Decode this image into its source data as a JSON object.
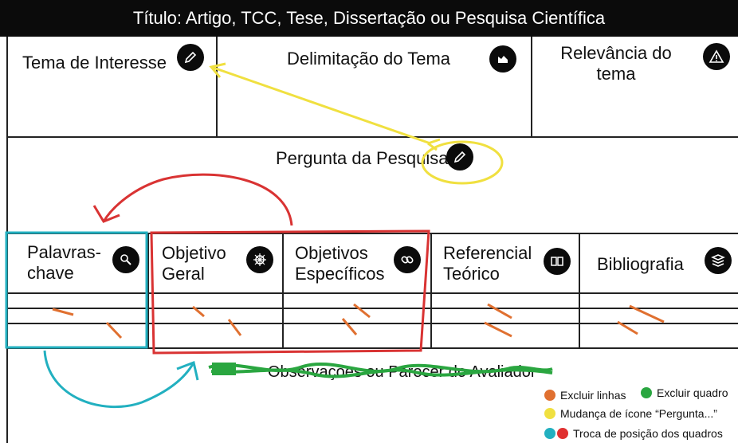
{
  "title": "Título: Artigo, TCC, Tese, Dissertação ou Pesquisa Científica",
  "top_row": [
    {
      "label": "Tema de Interesse",
      "icon": "pencil-icon"
    },
    {
      "label": "Delimitação do Tema",
      "icon": "chart-icon"
    },
    {
      "label_line1": "Relevância do",
      "label_line2": "tema",
      "icon": "warning-icon"
    }
  ],
  "question": {
    "label": "Pergunta da Pesquisa",
    "icon": "pencil-icon"
  },
  "bottom_row": [
    {
      "line1": "Palavras-",
      "line2": "chave",
      "icon": "tools-icon"
    },
    {
      "line1": "Objetivo",
      "line2": "Geral",
      "icon": "helm-icon"
    },
    {
      "line1": "Objetivos",
      "line2": "Específicos",
      "icon": "link-icon"
    },
    {
      "line1": "Referencial",
      "line2": "Teórico",
      "icon": "book-icon"
    },
    {
      "line1": "Bibliografia",
      "line2": "",
      "icon": "stack-icon"
    }
  ],
  "observations": "Observações ou Parecer do Avaliador",
  "legend": [
    {
      "label": "Excluir linhas",
      "color": "#e07030"
    },
    {
      "label": "Excluir quadro",
      "color": "#2aa640"
    },
    {
      "label": "Mudança de ícone “Pergunta...”",
      "color": "#f0e040"
    },
    {
      "label": "Troca de posição dos quadros",
      "colors": [
        "#22b0c0",
        "#e03030"
      ]
    }
  ],
  "colors": {
    "orange": "#e07030",
    "green": "#2aa640",
    "yellow": "#f0e040",
    "cyan": "#22b0c0",
    "red": "#d93333"
  }
}
